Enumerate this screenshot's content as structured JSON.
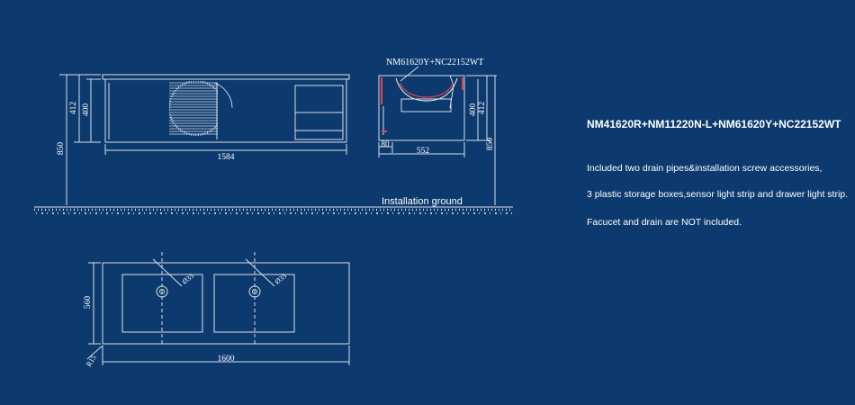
{
  "colors": {
    "background": "#0c3a6e",
    "line": "#d8dde6",
    "accent_red": "#e8424a",
    "ground_dots": "#d0d6e0"
  },
  "product": {
    "title": "NM41620R+NM11220N-L+NM61620Y+NC22152WT",
    "notes": [
      "Included two drain pipes&installation screw accessories,",
      "3 plastic storage boxes,sensor light strip and drawer light strip.",
      "Facucet and drain are NOT included."
    ]
  },
  "front_view": {
    "dim_width": "1584",
    "dim_height_total": "850",
    "dim_height_412": "412",
    "dim_height_400": "400"
  },
  "side_view": {
    "label": "NM61620Y+NC22152WT",
    "dim_depth": "552",
    "dim_offset": "80",
    "dim_height_400": "400",
    "dim_height_412": "412",
    "dim_height_total": "850"
  },
  "ground": {
    "label": "Installation ground"
  },
  "top_view": {
    "dim_width": "1600",
    "dim_depth": "560",
    "dim_radius": "R15",
    "basin_left_diameter": "Ø35",
    "basin_right_diameter": "Ø35"
  }
}
